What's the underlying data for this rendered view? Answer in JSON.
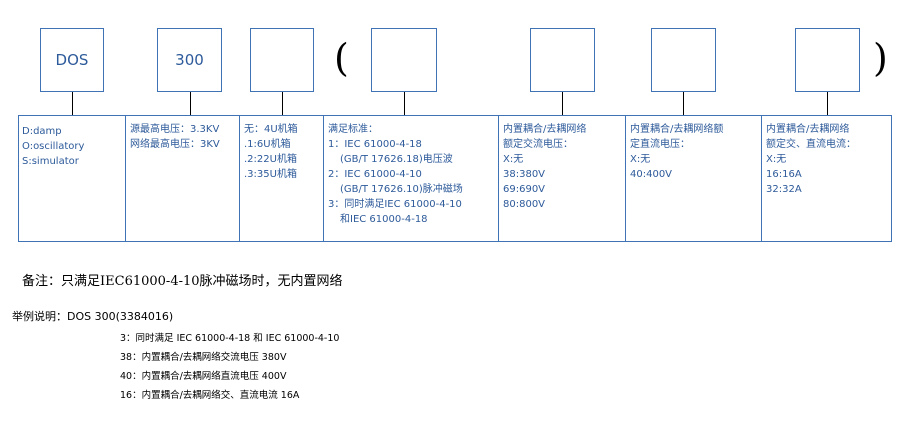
{
  "boxes": [
    {
      "label": "DOS"
    },
    {
      "label": "300"
    },
    {
      "label": ""
    },
    {
      "label": ""
    },
    {
      "label": ""
    },
    {
      "label": ""
    },
    {
      "label": ""
    }
  ],
  "paren_open": "(",
  "paren_close": ")",
  "columns": [
    {
      "lines": [
        "D:damp",
        "O:oscillatory",
        "S:simulator"
      ]
    },
    {
      "lines": [
        "源最高电压：3.3KV",
        "网络最高电压：3KV"
      ]
    },
    {
      "lines": [
        "无：4U机箱",
        ".1:6U机箱",
        ".2:22U机箱",
        ".3:35U机箱"
      ]
    },
    {
      "lines": [
        "满足标准：",
        "1：IEC 61000-4-18",
        "(GB/T 17626.18)电压波",
        "2：IEC 61000-4-10",
        "(GB/T 17626.10)脉冲磁场",
        "3：同时满足IEC 61000-4-10",
        "和IEC 61000-4-18"
      ]
    },
    {
      "lines": [
        "内置耦合/去耦网络",
        "额定交流电压：",
        "X:无",
        "38:380V",
        "69:690V",
        "80:800V"
      ]
    },
    {
      "lines": [
        "内置耦合/去耦网络额",
        "定直流电压：",
        "X:无",
        "40:400V"
      ]
    },
    {
      "lines": [
        "内置耦合/去耦网络",
        "额定交、直流电流：",
        "X:无",
        "16:16A",
        "32:32A"
      ]
    }
  ],
  "note": "备注：只满足IEC61000-4-10脉冲磁场时，无内置网络",
  "example": {
    "title": "举例说明：DOS 300(3384016)",
    "items": [
      "3：同时满足 IEC 61000-4-18 和 IEC 61000-4-10",
      "38：内置耦合/去耦网络交流电压 380V",
      "40：内置耦合/去耦网络直流电压 400V",
      "16：内置耦合/去耦网络交、直流电流 16A"
    ]
  }
}
